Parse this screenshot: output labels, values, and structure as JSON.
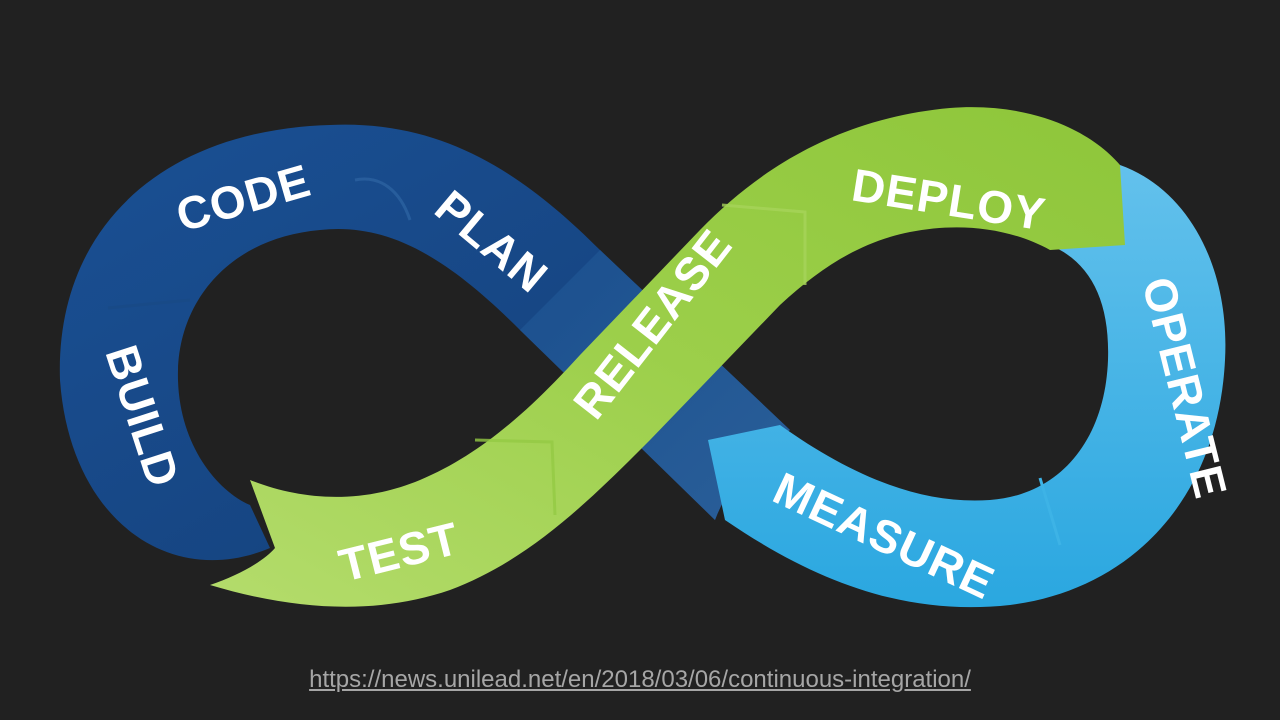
{
  "diagram": {
    "stages": [
      {
        "id": "code",
        "label": "CODE"
      },
      {
        "id": "plan",
        "label": "PLAN"
      },
      {
        "id": "build",
        "label": "BUILD"
      },
      {
        "id": "test",
        "label": "TEST"
      },
      {
        "id": "release",
        "label": "RELEASE"
      },
      {
        "id": "deploy",
        "label": "DEPLOY"
      },
      {
        "id": "operate",
        "label": "OPERATE"
      },
      {
        "id": "measure",
        "label": "MEASURE"
      }
    ],
    "colors": {
      "background": "#212121",
      "dev_loop": "#1e5596",
      "release_band": "#8cc63f",
      "ops_loop": "#29a8e0"
    }
  },
  "footer": {
    "source_url": "https://news.unilead.net/en/2018/03/06/continuous-integration/"
  }
}
